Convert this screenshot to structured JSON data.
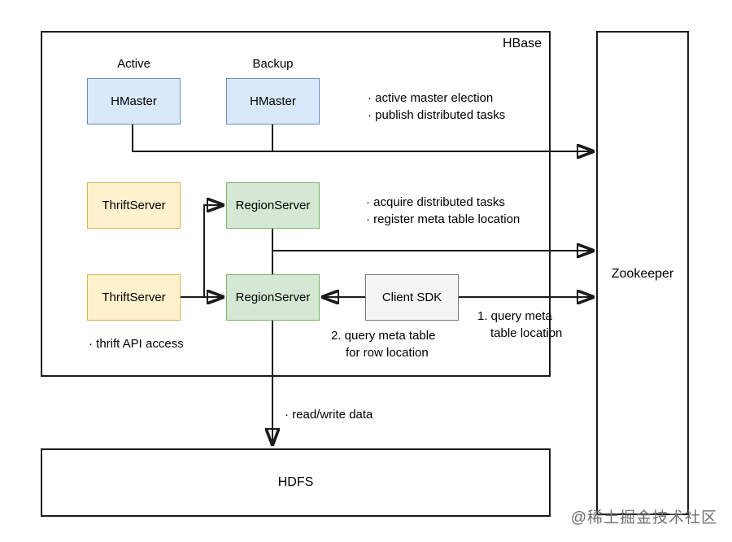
{
  "containers": {
    "hbase": {
      "label": "HBase"
    },
    "zookeeper": {
      "label": "Zookeeper"
    },
    "hdfs": {
      "label": "HDFS"
    }
  },
  "nodes": {
    "hmaster_active": {
      "label": "HMaster",
      "role": "Active"
    },
    "hmaster_backup": {
      "label": "HMaster",
      "role": "Backup"
    },
    "thriftserver_top": {
      "label": "ThriftServer"
    },
    "thriftserver_bottom": {
      "label": "ThriftServer"
    },
    "regionserver_top": {
      "label": "RegionServer"
    },
    "regionserver_bottom": {
      "label": "RegionServer"
    },
    "client_sdk": {
      "label": "Client SDK"
    }
  },
  "annotations": {
    "hmaster_to_zookeeper": [
      "· active master election",
      "· publish distributed tasks"
    ],
    "regionserver_to_zookeeper": [
      "· acquire distributed tasks",
      "· register meta table location"
    ],
    "client_to_zookeeper": [
      "1. query meta",
      "table location"
    ],
    "client_to_regionserver": [
      "2. query meta table",
      "for row location"
    ],
    "thrift_access": "· thrift API access",
    "read_write": "· read/write data"
  },
  "watermark": "@稀土掘金技术社区",
  "colors": {
    "node_blue_fill": "#dae8fc",
    "node_blue_border": "#6c8ebf",
    "node_yellow_fill": "#fff2cc",
    "node_yellow_border": "#d6b656",
    "node_green_fill": "#d5e8d4",
    "node_green_border": "#82b366",
    "node_gray_fill": "#f5f5f5",
    "node_gray_border": "#777777",
    "line_color": "#1a1a1a",
    "watermark_color": "#6e6e6e"
  }
}
